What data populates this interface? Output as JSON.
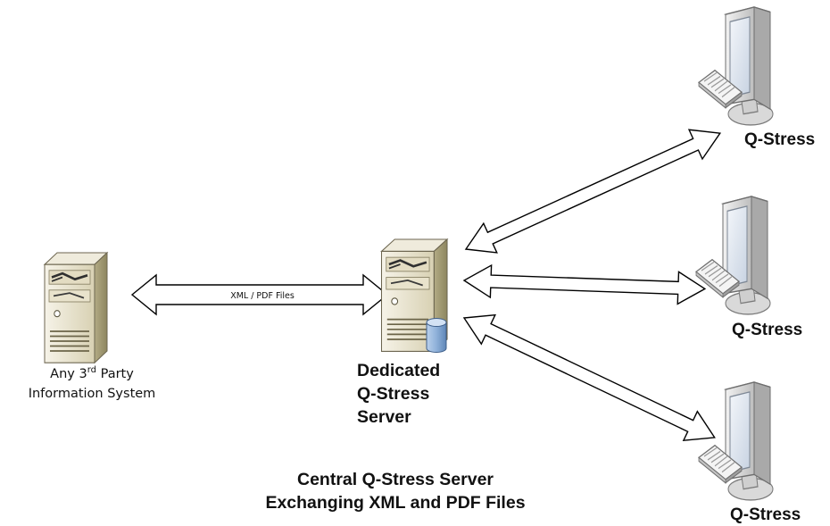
{
  "third_party": {
    "line1_prefix": "Any 3",
    "line1_sup": "rd",
    "line1_suffix": " Party",
    "line2": "Information System"
  },
  "link_label": "XML / PDF Files",
  "server": {
    "line1": "Dedicated",
    "line2": "Q-Stress",
    "line3": "Server"
  },
  "clients": [
    {
      "label": "Q-Stress"
    },
    {
      "label": "Q-Stress"
    },
    {
      "label": "Q-Stress"
    }
  ],
  "caption": {
    "line1": "Central Q-Stress Server",
    "line2": "Exchanging XML and PDF Files"
  },
  "colors": {
    "server_case_light": "#f1eee2",
    "server_case_dark": "#cfc8a8",
    "server_side": "#9b9470",
    "database": "#8fb1d9",
    "screen": "#dfe7f1",
    "monitor_frame": "#e9e9e9"
  }
}
